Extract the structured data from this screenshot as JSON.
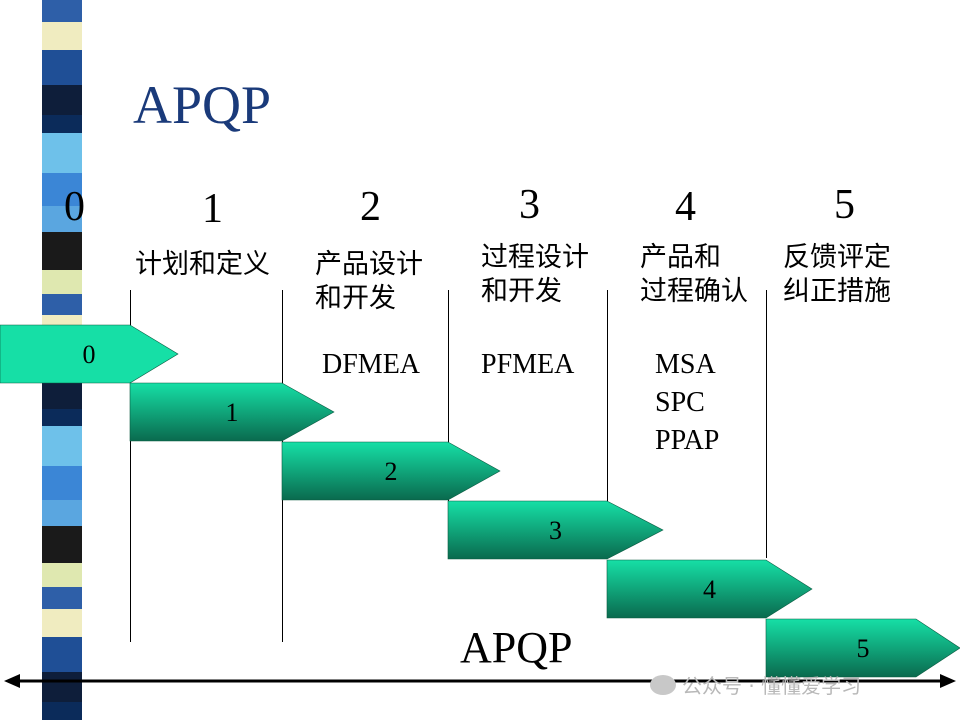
{
  "title": "APQP",
  "phases": [
    {
      "num": "0",
      "name": ""
    },
    {
      "num": "1",
      "name": "计划和定义"
    },
    {
      "num": "2",
      "name": "产品设计\n和开发"
    },
    {
      "num": "3",
      "name": "过程设计\n和开发"
    },
    {
      "num": "4",
      "name": "产品和\n过程确认"
    },
    {
      "num": "5",
      "name": "反馈评定\n纠正措施"
    }
  ],
  "tools": {
    "phase2": "DFMEA",
    "phase3": "PFMEA",
    "phase4": "MSA\nSPC\nPPAP"
  },
  "arrows": [
    "0",
    "1",
    "2",
    "3",
    "4",
    "5"
  ],
  "bottom_label": "APQP",
  "watermark": "公众号 · 懂懂爱学习",
  "colors": {
    "title": "#1a3a7a",
    "arrow_light": "#16dfa6",
    "arrow_dark": "#0a6a4e"
  }
}
